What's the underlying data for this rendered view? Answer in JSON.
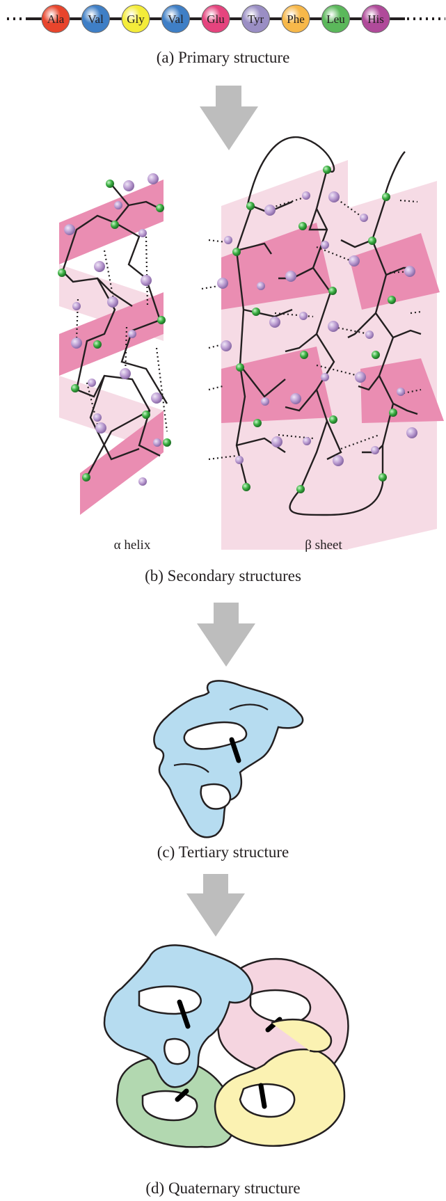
{
  "amino_acids": [
    "Ala",
    "Val",
    "Gly",
    "Val",
    "Glu",
    "Tyr",
    "Phe",
    "Leu",
    "His"
  ],
  "captions": {
    "primary": "(a) Primary structure",
    "secondary": "(b) Secondary structures",
    "tertiary": "(c) Tertiary structure",
    "quaternary": "(d) Quaternary structure"
  },
  "labels": {
    "alpha_helix": "α helix",
    "beta_sheet": "β sheet"
  },
  "colors": {
    "ribbon_dark": "#e98bb0",
    "ribbon_light": "#f6dbe5",
    "arrow": "#bdbdbd",
    "atom_green": "#3cb043",
    "atom_purple": "#b99ad0",
    "subunit_blue": "#b6dcf0",
    "subunit_pink": "#f5d5e0",
    "subunit_green": "#b2d8b0",
    "subunit_yellow": "#fbf2b2",
    "aa_colors": [
      "#e8452c",
      "#3f7fc6",
      "#f4ec3a",
      "#3f7fc6",
      "#e5447e",
      "#9a8ec4",
      "#f7b84a",
      "#5bb85b",
      "#b04a9a"
    ]
  }
}
